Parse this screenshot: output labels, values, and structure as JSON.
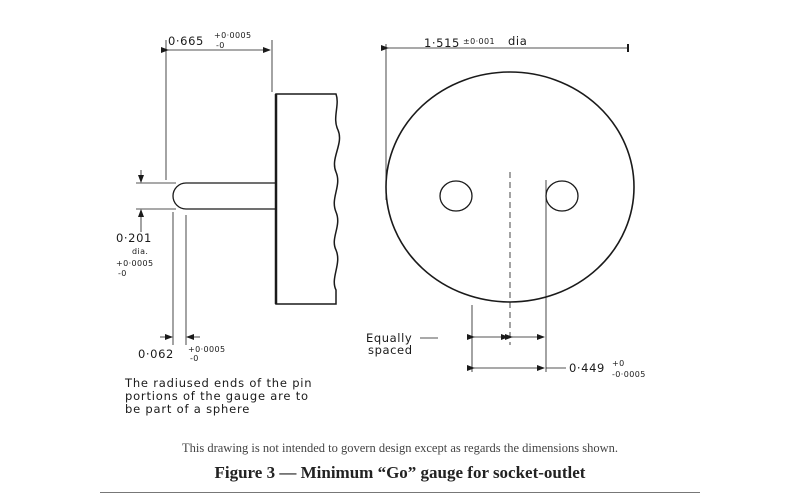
{
  "drawing": {
    "side_view": {
      "flange_width": {
        "value": "0·665",
        "tol_plus": "+0·0005",
        "tol_minus": "-0"
      },
      "pin_diameter": {
        "value": "0·201",
        "unit": "dia.",
        "tol_plus": "+0·0005",
        "tol_minus": "-0"
      },
      "pin_tip": {
        "value": "0·062",
        "tol_plus": "+0·0005",
        "tol_minus": "-0"
      },
      "note_lines": [
        "The radiused ends of the pin",
        "portions of the gauge are to",
        "be part of a sphere"
      ]
    },
    "end_view": {
      "body_diameter": {
        "value": "1·515",
        "tol": "±0·001",
        "unit": "dia"
      },
      "spacing_note": [
        "Equally",
        "spaced"
      ],
      "pin_spacing": {
        "value": "0·449",
        "tol_plus": "+0",
        "tol_minus": "-0·0005"
      }
    }
  },
  "disclaimer": "This drawing is not intended to govern design except as regards the dimensions shown.",
  "caption": "Figure 3 — Minimum “Go” gauge for socket-outlet"
}
